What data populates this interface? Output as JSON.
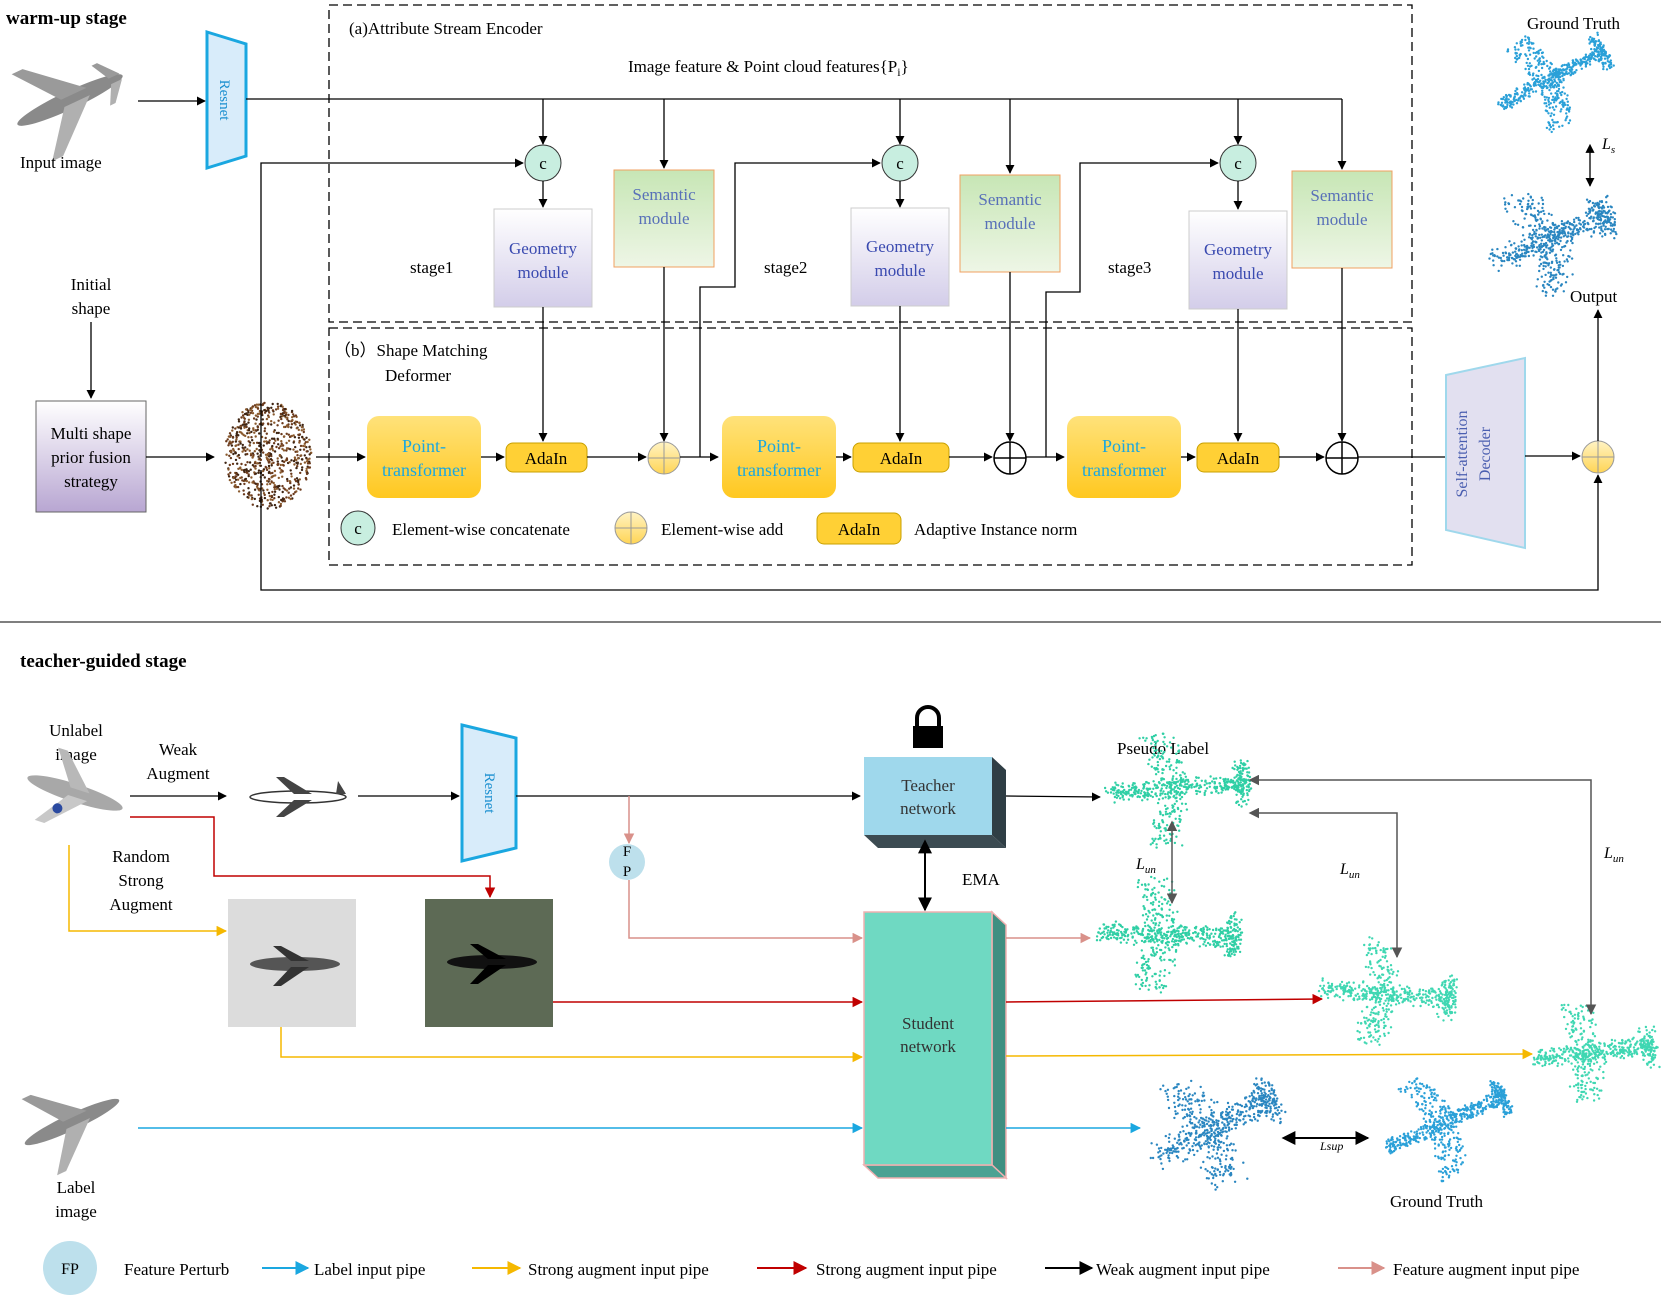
{
  "warmup": {
    "title": "warm-up stage",
    "input_image": "Input image",
    "resnet": "Resnet",
    "initial_shape_1": "Initial",
    "initial_shape_2": "shape",
    "multi_shape_1": "Multi shape",
    "multi_shape_2": "prior fusion",
    "multi_shape_3": "strategy",
    "encoder_title": "(a)Attribute Stream Encoder",
    "features_label": "Image feature &  Point cloud features{P",
    "features_sub": "i",
    "features_close": "}",
    "concat_symbol": "c",
    "semantic_1": "Semantic",
    "semantic_2": "module",
    "geometry_1": "Geometry",
    "geometry_2": "module",
    "stage1": "stage1",
    "stage2": "stage2",
    "stage3": "stage3",
    "deformer_title_1": "（b）Shape Matching",
    "deformer_title_2": "Deformer",
    "point_1": "Point-",
    "point_2": "transformer",
    "adain": "AdaIn",
    "legend_concat": "Element-wise concatenate",
    "legend_add": "Element-wise add",
    "legend_adain": "Adaptive Instance norm",
    "decoder_1": "Self-attention",
    "decoder_2": "Decoder",
    "ground_truth": "Ground Truth",
    "output": "Output",
    "loss_s": "L",
    "loss_s_sub": "s"
  },
  "teacher": {
    "title": "teacher-guided stage",
    "unlabel_1": "Unlabel",
    "unlabel_2": "image",
    "weak_1": "Weak",
    "weak_2": "Augment",
    "random_1": "Random",
    "random_2": "Strong",
    "random_3": "Augment",
    "resnet": "Resnet",
    "fp_1": "F",
    "fp_2": "P",
    "teacher_1": "Teacher",
    "teacher_2": "network",
    "student_1": "Student",
    "student_2": "network",
    "ema": "EMA",
    "pseudo_label": "Pseudo Label",
    "loss_un": "L",
    "loss_un_sub": "un",
    "loss_sup": "Lsup",
    "label_1": "Label",
    "label_2": "image",
    "ground_truth": "Ground Truth"
  },
  "legend": {
    "fp": "FP",
    "fp_label": "Feature Perturb",
    "label_pipe": "Label  input pipe",
    "strong_pipe_yellow": "Strong augment  input pipe",
    "strong_pipe_red": "Strong augment  input pipe",
    "weak_pipe": "Weak augment  input pipe",
    "feature_pipe": "Feature augment  input pipe"
  },
  "colors": {
    "blue_pipe": "#1aa7e0",
    "yellow_pipe": "#f5b800",
    "red_pipe": "#c00000",
    "pink_pipe": "#d9918a",
    "concat_fill": "#c8eee0",
    "teacher_fill": "#9fd8ec",
    "student_fill": "#6fd9c2",
    "transformer_fill": "#ffd84a",
    "semantic_fill": "#d6ebc4",
    "geometry_fill": "#dcd6ee",
    "multi_shape_fill": "#c5b6d9"
  }
}
